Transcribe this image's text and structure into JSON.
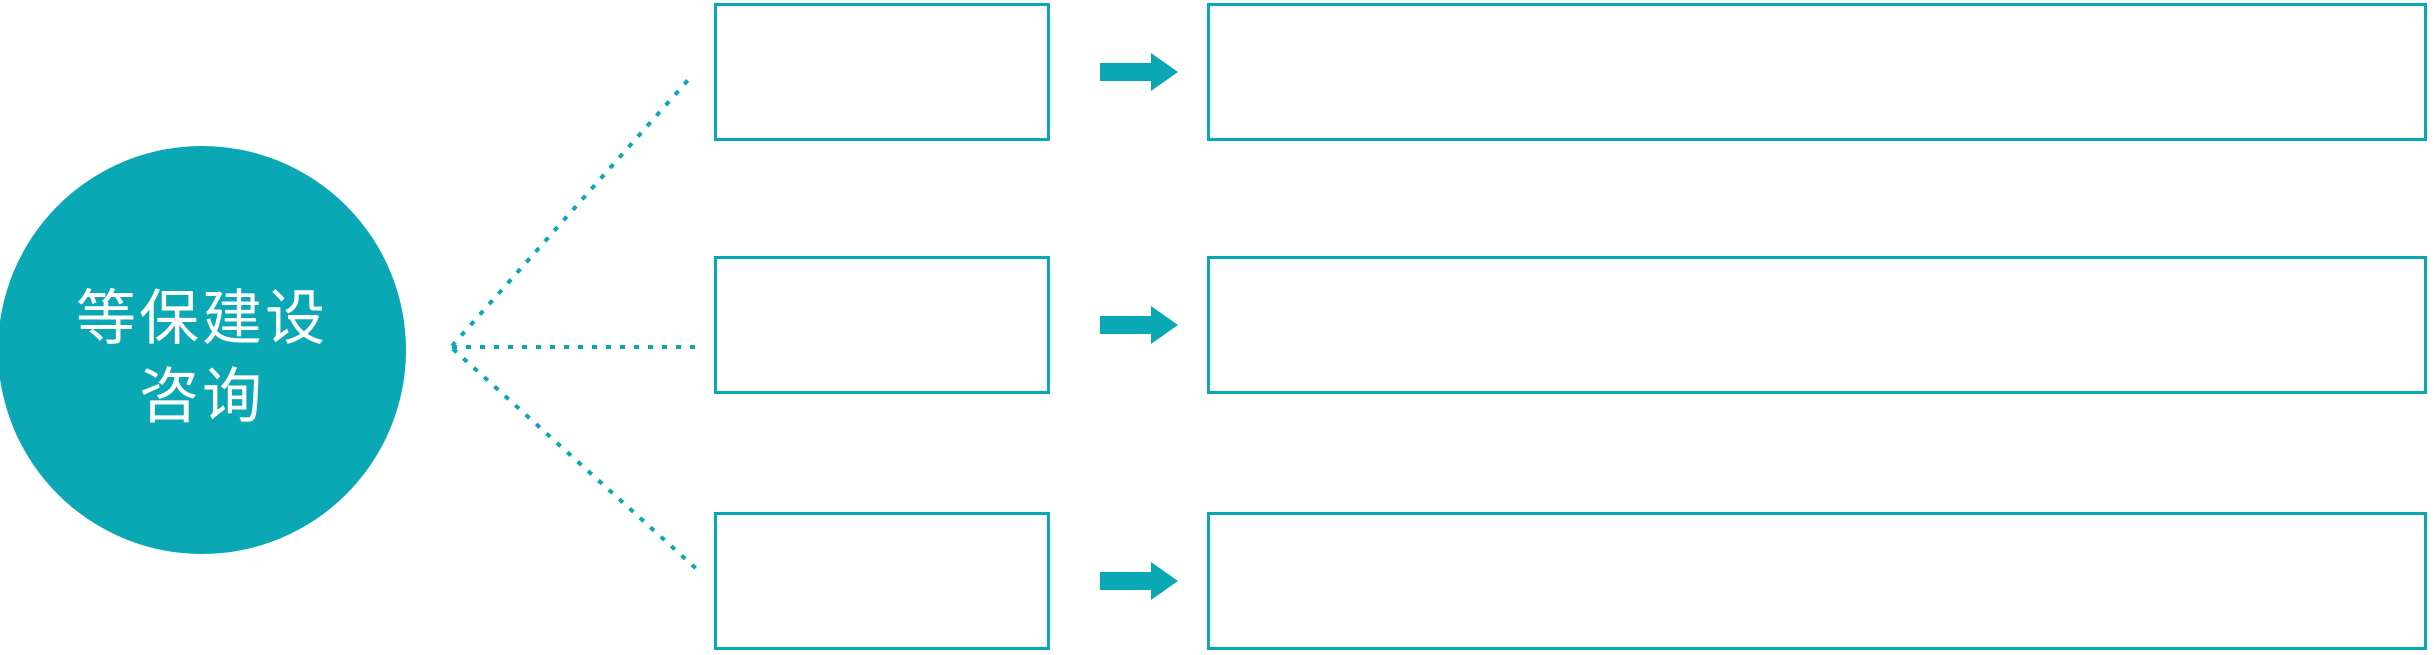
{
  "diagram": {
    "accent_color": "#0AA7B5",
    "background_color": "#FFFFFF",
    "center_node": {
      "label_line1": "等保建设",
      "label_line2": "咨询"
    },
    "rows": [
      {
        "stage_label": "",
        "detail_label": ""
      },
      {
        "stage_label": "",
        "detail_label": ""
      },
      {
        "stage_label": "",
        "detail_label": ""
      }
    ],
    "icons": {
      "arrow": "right-block-arrow",
      "connector": "dotted-branch-lines"
    }
  }
}
